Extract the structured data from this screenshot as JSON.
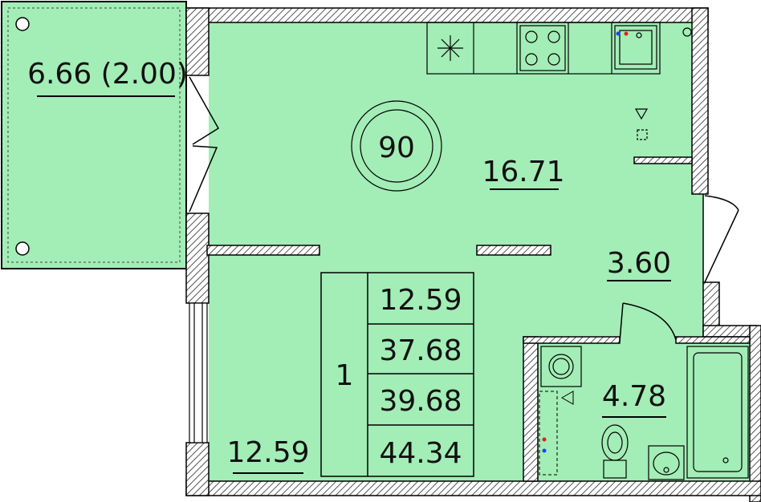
{
  "plan": {
    "apartment_number": "90",
    "rooms": {
      "balcony_area": "6.66 (2.00)",
      "kitchen_living_area": "16.71",
      "hallway_area": "3.60",
      "bathroom_area": "4.78",
      "room_area": "12.59"
    },
    "summary_table": {
      "room_count": "1",
      "living_area": "12.59",
      "total_area_no_balcony": "37.68",
      "total_area_reduced": "39.68",
      "total_area_full": "44.34"
    }
  },
  "colors": {
    "room_fill": "#a3edb6",
    "wall_hatch": "#555555",
    "outline": "#000000"
  }
}
